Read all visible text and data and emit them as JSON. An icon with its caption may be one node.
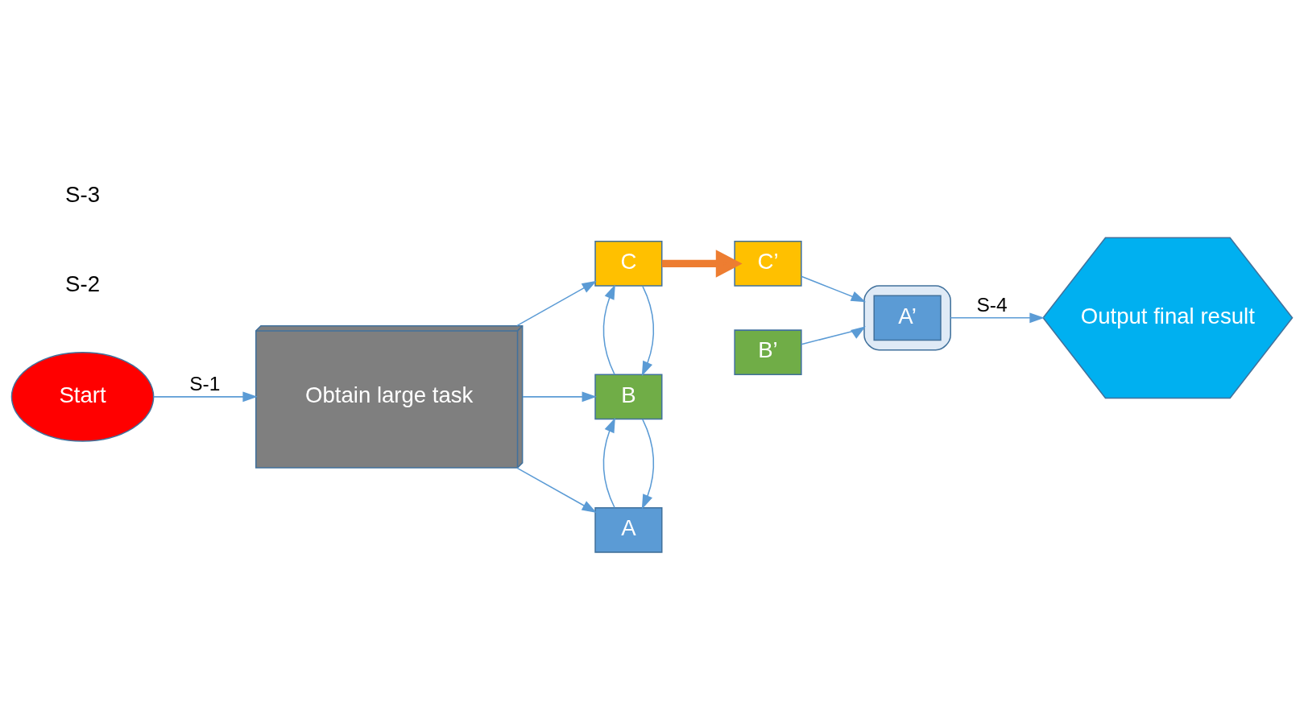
{
  "diagram": {
    "nodes": [
      {
        "text": [
          "Start"
        ]
      },
      {
        "text": [
          "Obtain large task"
        ]
      },
      {
        "text": [
          "A"
        ]
      },
      {
        "text": [
          "B"
        ]
      },
      {
        "text": [
          "C"
        ]
      },
      {
        "text": [
          "C’"
        ]
      },
      {
        "text": [
          "B’"
        ]
      },
      {
        "text": [],
        "shape": "box"
      },
      {
        "text": [
          "A’"
        ],
        "in": 7
      },
      {
        "text": [
          "Output final result"
        ]
      }
    ],
    "edges": [
      {
        "from": 0,
        "to": 1,
        "arrow": "to",
        "label": "S-1"
      },
      {
        "from": 1,
        "to": 2,
        "arrow": "to"
      },
      {
        "from": 1,
        "to": 3,
        "arrow": "to"
      },
      {
        "from": 1,
        "to": 4,
        "arrow": "to"
      },
      {
        "from": 3,
        "to": 2,
        "arrow": "to"
      },
      {
        "from": 2,
        "to": 3,
        "arrow": "to"
      },
      {
        "from": 4,
        "to": 3,
        "arrow": "to"
      },
      {
        "from": 3,
        "to": 4,
        "arrow": "to"
      },
      {
        "from": 4,
        "to": 5,
        "arrow": "to",
        "style": "thick",
        "color": "#ed7d31"
      },
      {
        "from": 6,
        "to": 7,
        "arrow": "to"
      },
      {
        "from": 5,
        "to": 7,
        "arrow": "to"
      },
      {
        "from": 7,
        "to": 9,
        "arrow": "to",
        "label": "S-4"
      }
    ],
    "labels": [
      "S-2",
      "S-3"
    ]
  }
}
